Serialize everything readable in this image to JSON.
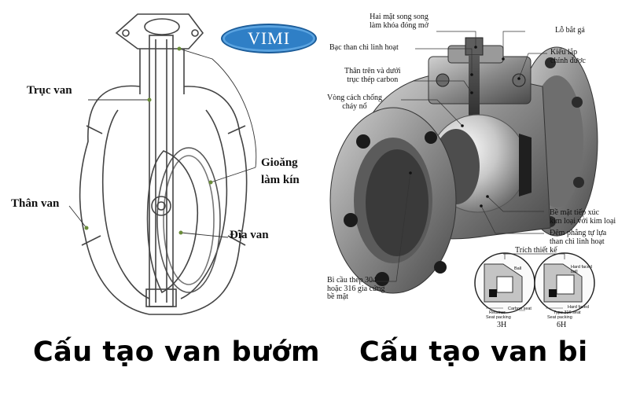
{
  "logo": {
    "text": "VIMI"
  },
  "butterfly": {
    "caption": "Cấu tạo van bướm",
    "labels": {
      "shaft": "Trục van",
      "gasket_line1": "Gioăng",
      "gasket_line2": "làm kín",
      "body": "Thân van",
      "disc": "Đĩa van"
    }
  },
  "ball": {
    "caption": "Cấu tạo van bi",
    "labels": {
      "parallel_1": "Hai mặt song song",
      "parallel_2": "làm khóa đóng mở",
      "graphite_bushing": "Bạc than chì linh hoạt",
      "mount_hole": "Lỗ bắt gá",
      "adjustable_1": "Kiểu lắp",
      "adjustable_2": "chỉnh được",
      "stem_1": "Thân trên và dưới",
      "stem_2": "trục thép carbon",
      "antistatic_1": "Vòng cách chống",
      "antistatic_2": "cháy nổ",
      "metal_1": "Bề mặt tiếp xúc",
      "metal_2": "kim loại với kim loại",
      "gasket_1": "Đệm phẳng tự lựa",
      "gasket_2": "than chì linh hoạt",
      "design_excerpt": "Trích thiết kế",
      "ball_1": "Bi cầu thép 304",
      "ball_2": "hoặc 316 gia cứng",
      "ball_3": "bề mặt"
    },
    "inset_3h": {
      "code": "3H",
      "ball": "Ball",
      "seat": "Carbon seat",
      "retainer": "Retainer",
      "packing": "Seat packing"
    },
    "inset_6h": {
      "code": "6H",
      "hard_faced_1": "Hard faced",
      "hard_faced_2": "ball",
      "seat": "Hard faced",
      "type": "Type 316 seat",
      "packing": "Seat packing"
    }
  }
}
